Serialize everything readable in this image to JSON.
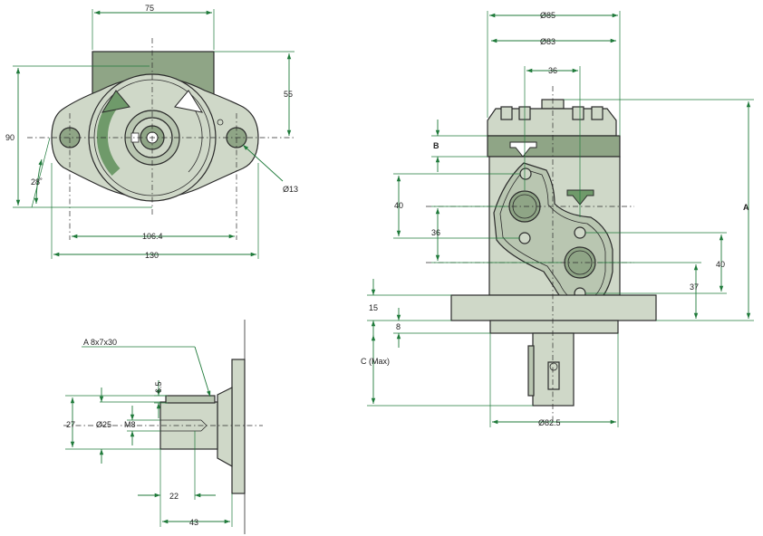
{
  "front_view": {
    "width_top": "75",
    "height_total": "90",
    "height_upper": "55",
    "angle": "28˚",
    "hole_diameter": "Ø13",
    "bolt_spacing": "106.4",
    "flange_width": "130"
  },
  "shaft_view": {
    "key_spec": "A 8x7x30",
    "key_height": "6.5",
    "shaft_height": "27",
    "shaft_diameter": "Ø25",
    "thread": "M8",
    "thread_depth": "22",
    "shaft_length": "43"
  },
  "side_view": {
    "dia_outer": "Ø85",
    "dia_inner": "Ø83",
    "port_spacing": "36",
    "label_b": "B",
    "label_a": "A",
    "vert_40_left": "40",
    "vert_36": "36",
    "vert_40_right": "40",
    "vert_37": "37",
    "vert_15": "15",
    "vert_8": "8",
    "label_c": "C (Max)",
    "pilot_diameter": "Ø82.5"
  }
}
